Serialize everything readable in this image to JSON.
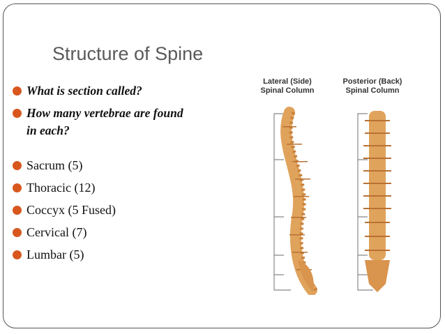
{
  "slide": {
    "title": "Structure of Spine",
    "questions": [
      {
        "text": "What is section called?"
      },
      {
        "text": "How many vertebrae are found",
        "continuation": "in each?"
      }
    ],
    "items": [
      "Sacrum (5)",
      "Thoracic (12)",
      "Coccyx (5 Fused)",
      "Cervical (7)",
      "Lumbar (5)"
    ],
    "accent_color": "#d8571e",
    "bone_color": "#e0a35c"
  },
  "figure": {
    "lateral_label_1": "Lateral (Side)",
    "lateral_label_2": "Spinal Column",
    "posterior_label_1": "Posterior (Back)",
    "posterior_label_2": "Spinal Column"
  }
}
